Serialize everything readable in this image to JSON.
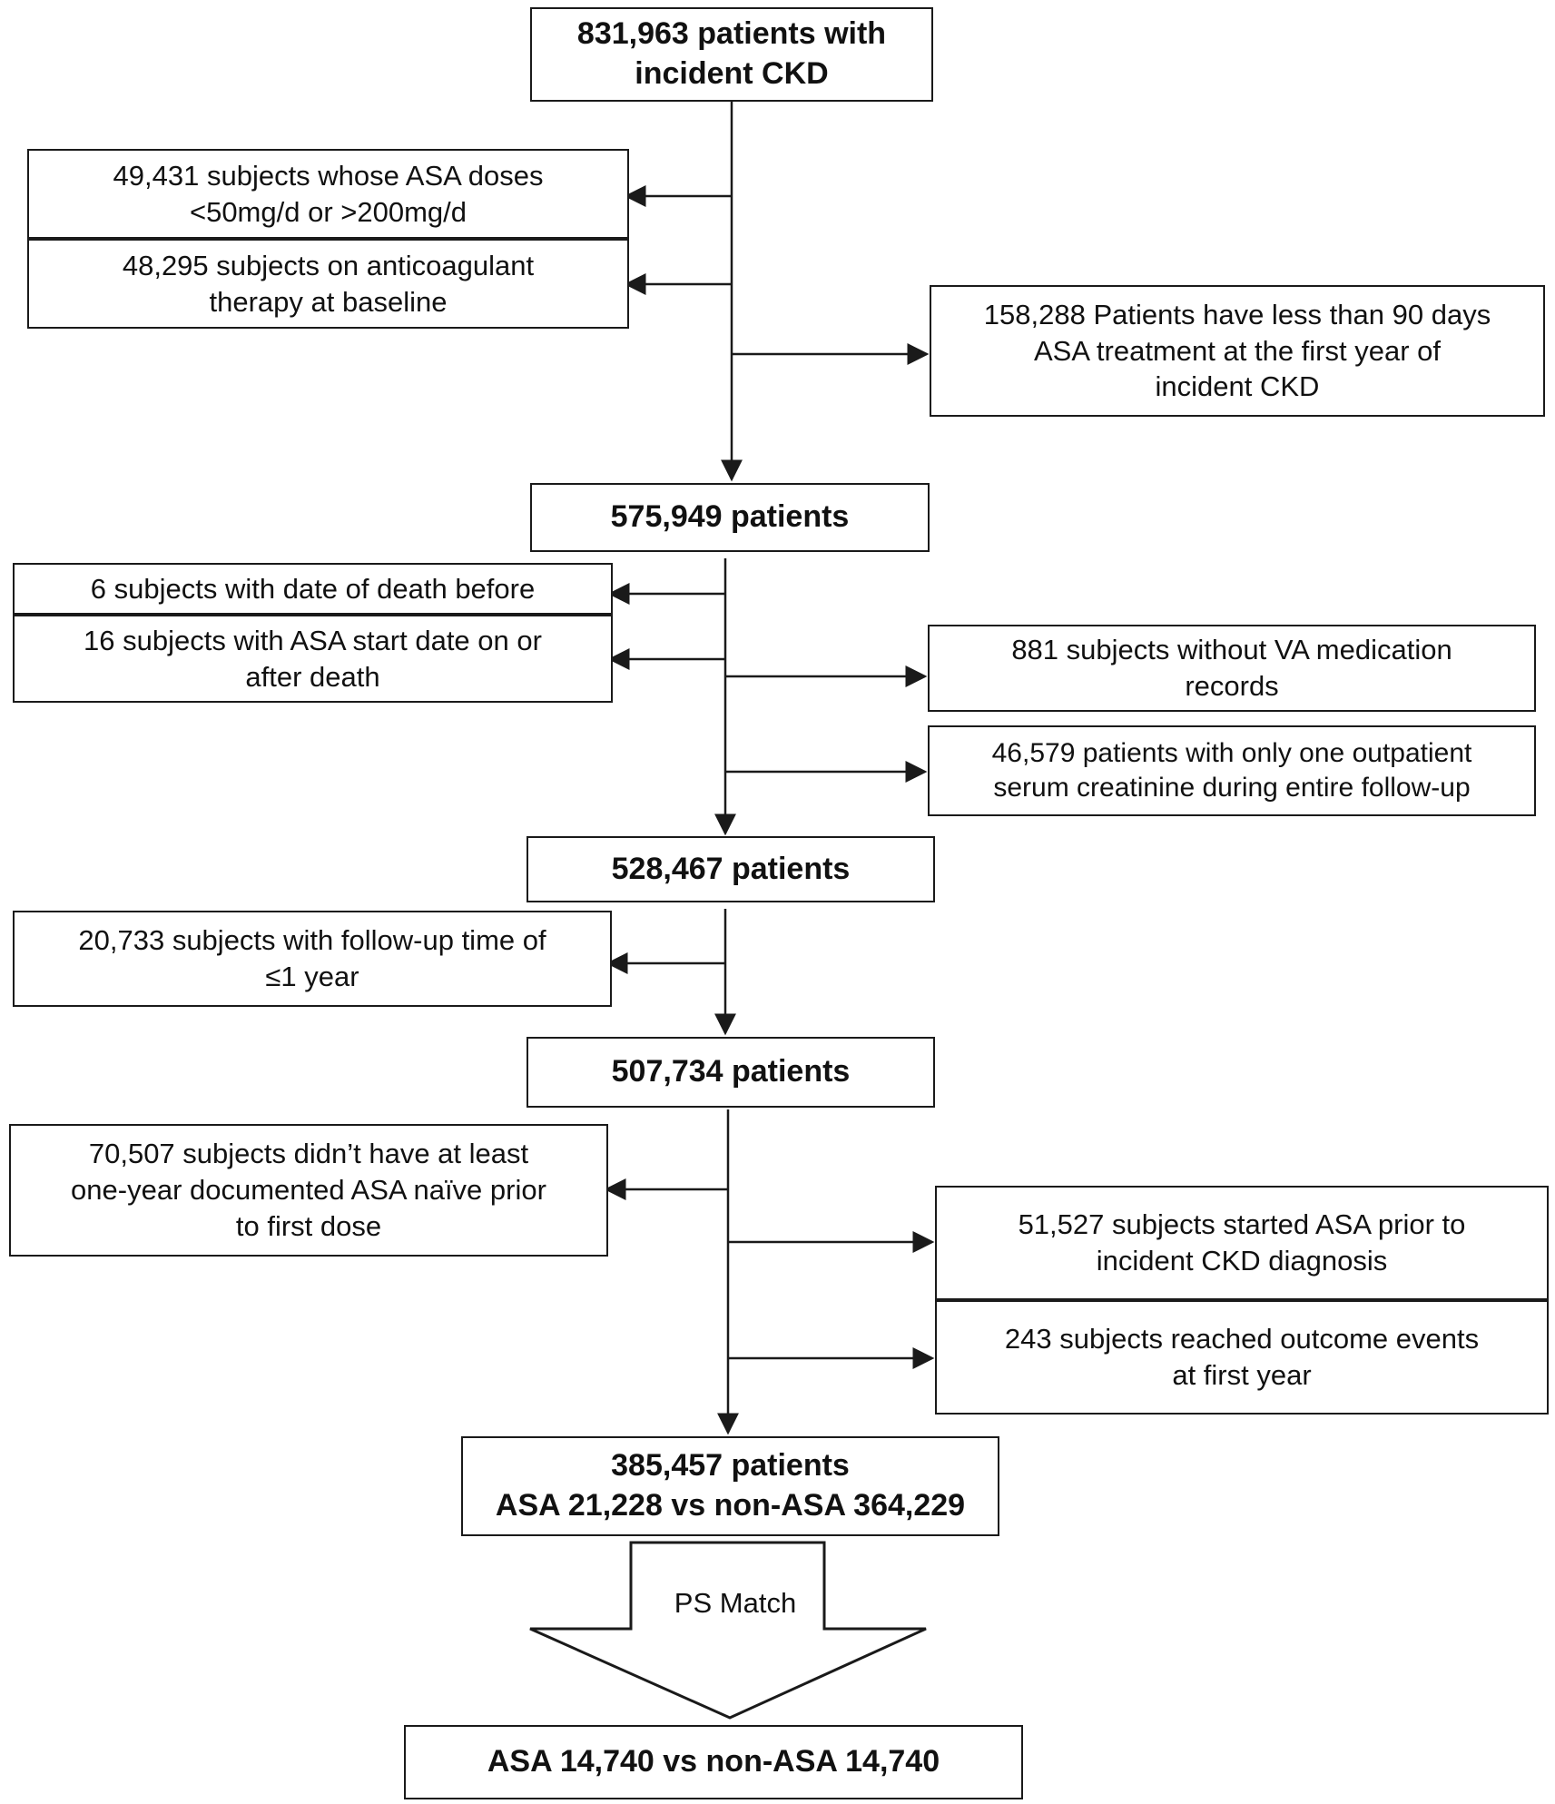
{
  "boxes": {
    "start": {
      "line1": "831,963 patients with",
      "line2": "incident CKD"
    },
    "excl_dose": {
      "line1": "49,431 subjects whose ASA doses",
      "line2": "<50mg/d or >200mg/d"
    },
    "excl_anticoag": {
      "line1": "48,295 subjects on anticoagulant",
      "line2": "therapy at baseline"
    },
    "excl_90days": {
      "line1": "158,288 Patients have less than 90 days",
      "line2": "ASA treatment at the first year of",
      "line3": "incident CKD"
    },
    "n575": {
      "line1": "575,949 patients"
    },
    "excl_death": {
      "line1": "6 subjects with date of death before"
    },
    "excl_start_after_death": {
      "line1": "16 subjects with ASA start date on or",
      "line2": "after death"
    },
    "excl_va": {
      "line1": "881 subjects without VA medication",
      "line2": "records"
    },
    "excl_creat": {
      "line1": "46,579 patients with only one outpatient",
      "line2": "serum creatinine during entire follow-up"
    },
    "n528": {
      "line1": "528,467 patients"
    },
    "excl_followup": {
      "line1": "20,733 subjects with follow-up time of",
      "line2": "≤1 year"
    },
    "n507": {
      "line1": "507,734 patients"
    },
    "excl_naive": {
      "line1": "70,507 subjects didn’t have at least",
      "line2": "one-year documented ASA naïve prior",
      "line3": "to first dose"
    },
    "excl_prior": {
      "line1": "51,527 subjects started ASA prior to",
      "line2": "incident CKD diagnosis"
    },
    "excl_outcome": {
      "line1": "243 subjects reached outcome events",
      "line2": "at first year"
    },
    "n385": {
      "line1": "385,457 patients",
      "line2": "ASA 21,228 vs non-ASA 364,229"
    },
    "final": {
      "line1": "ASA 14,740 vs non-ASA 14,740"
    }
  },
  "ps_match_label": "PS Match",
  "colors": {
    "line": "#1a1a1a",
    "background": "#ffffff",
    "text": "#111111"
  }
}
